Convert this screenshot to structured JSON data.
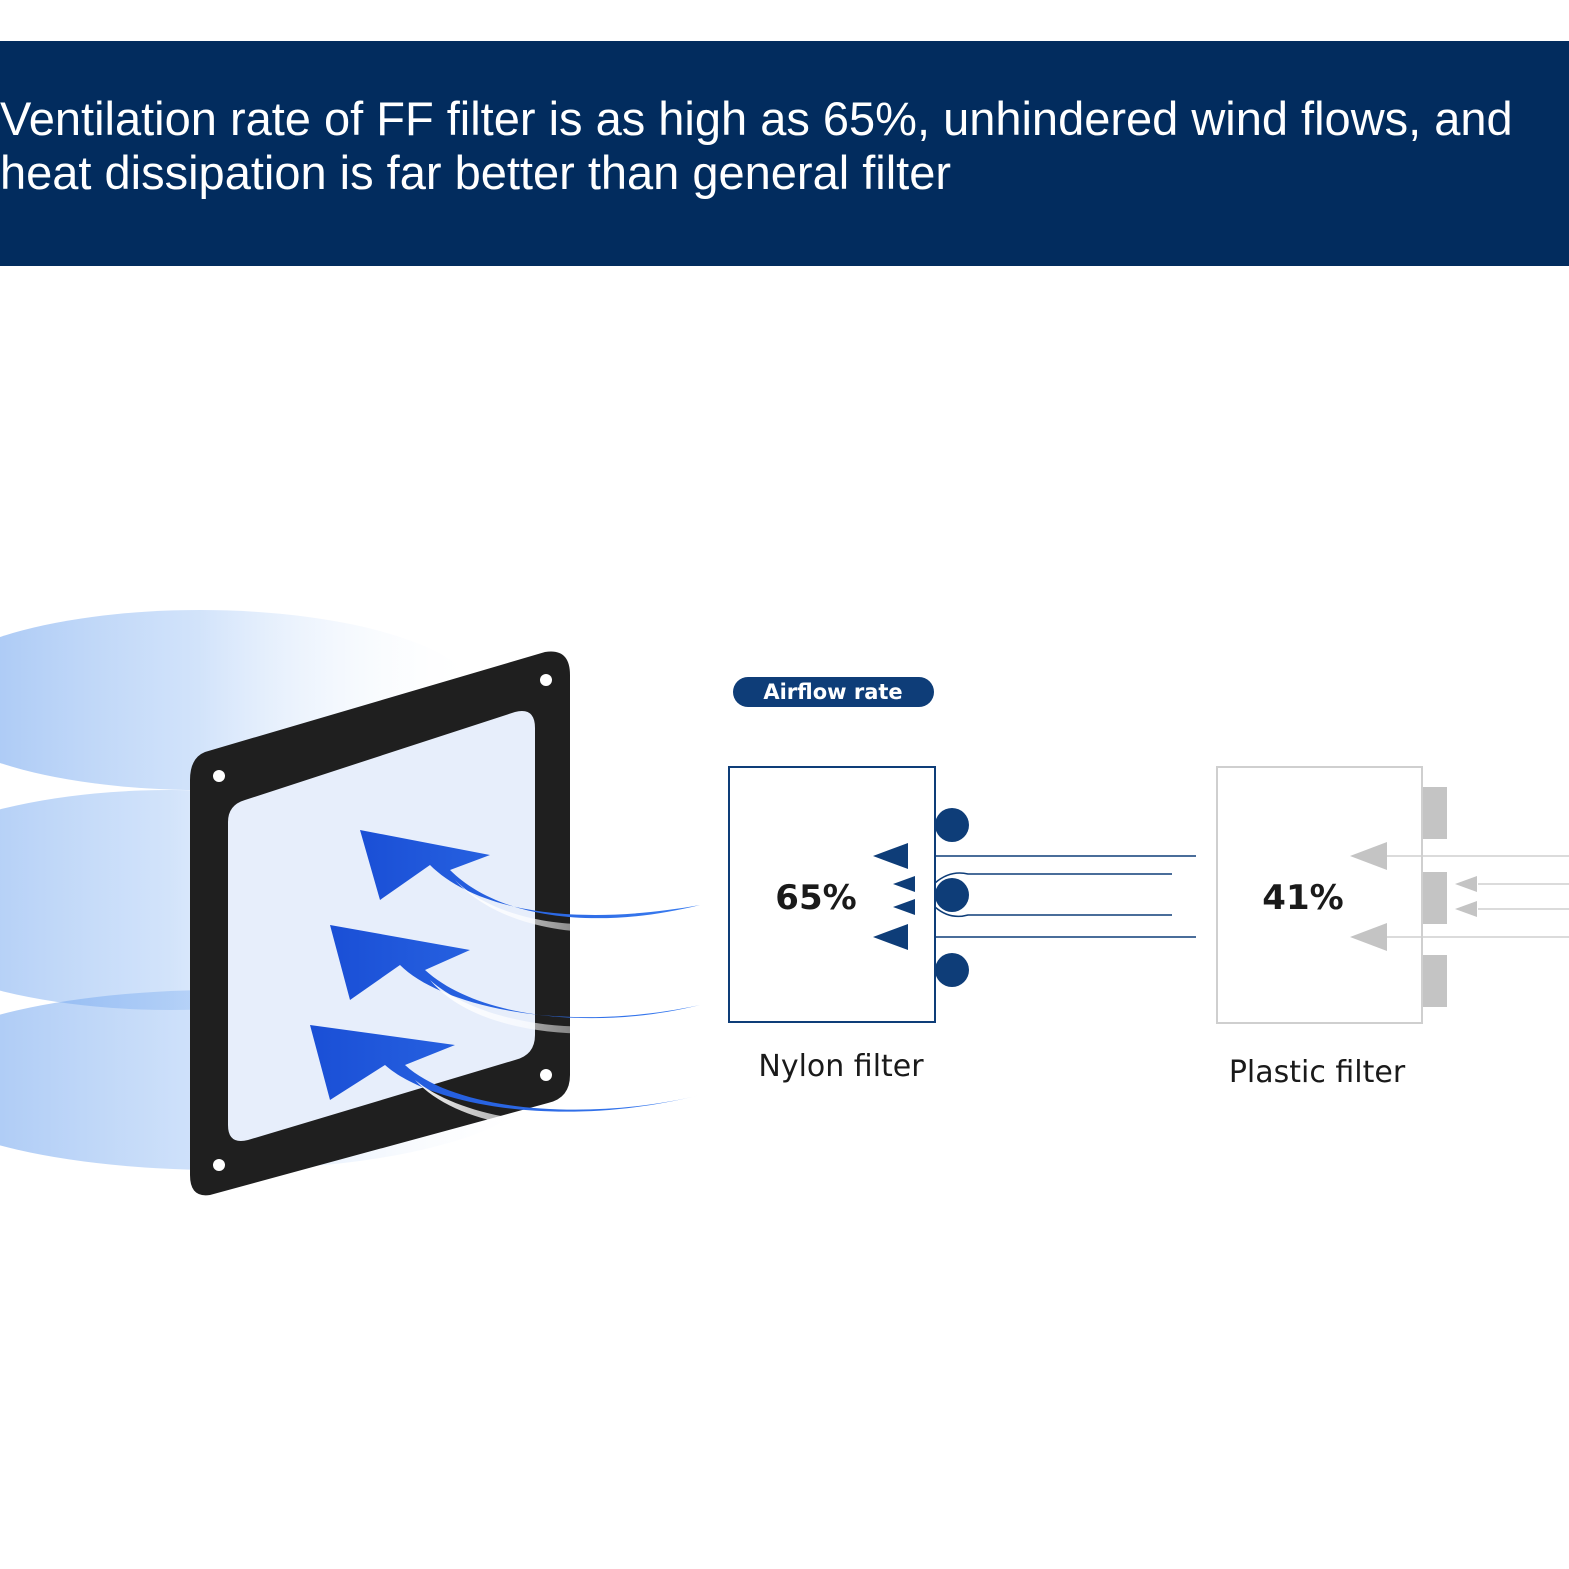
{
  "banner": {
    "text": "Ventilation rate of FF filter is as high as 65%, unhindered wind flows, and heat dissipation is far better than general filter"
  },
  "diagram": {
    "badge_label": "Airflow rate",
    "nylon": {
      "percent_label": "65%",
      "caption": "Nylon filter"
    },
    "plastic": {
      "percent_label": "41%",
      "caption": "Plastic filter"
    }
  },
  "colors": {
    "banner_bg": "#022c5e",
    "accent_blue": "#0e3d78",
    "arrow_blue": "#1a5ae0",
    "gray": "#bdbdbd"
  },
  "icons": [
    "fan-filter-frame-icon",
    "airflow-arrow-icon",
    "nylon-strand-icon",
    "plastic-rib-icon"
  ]
}
